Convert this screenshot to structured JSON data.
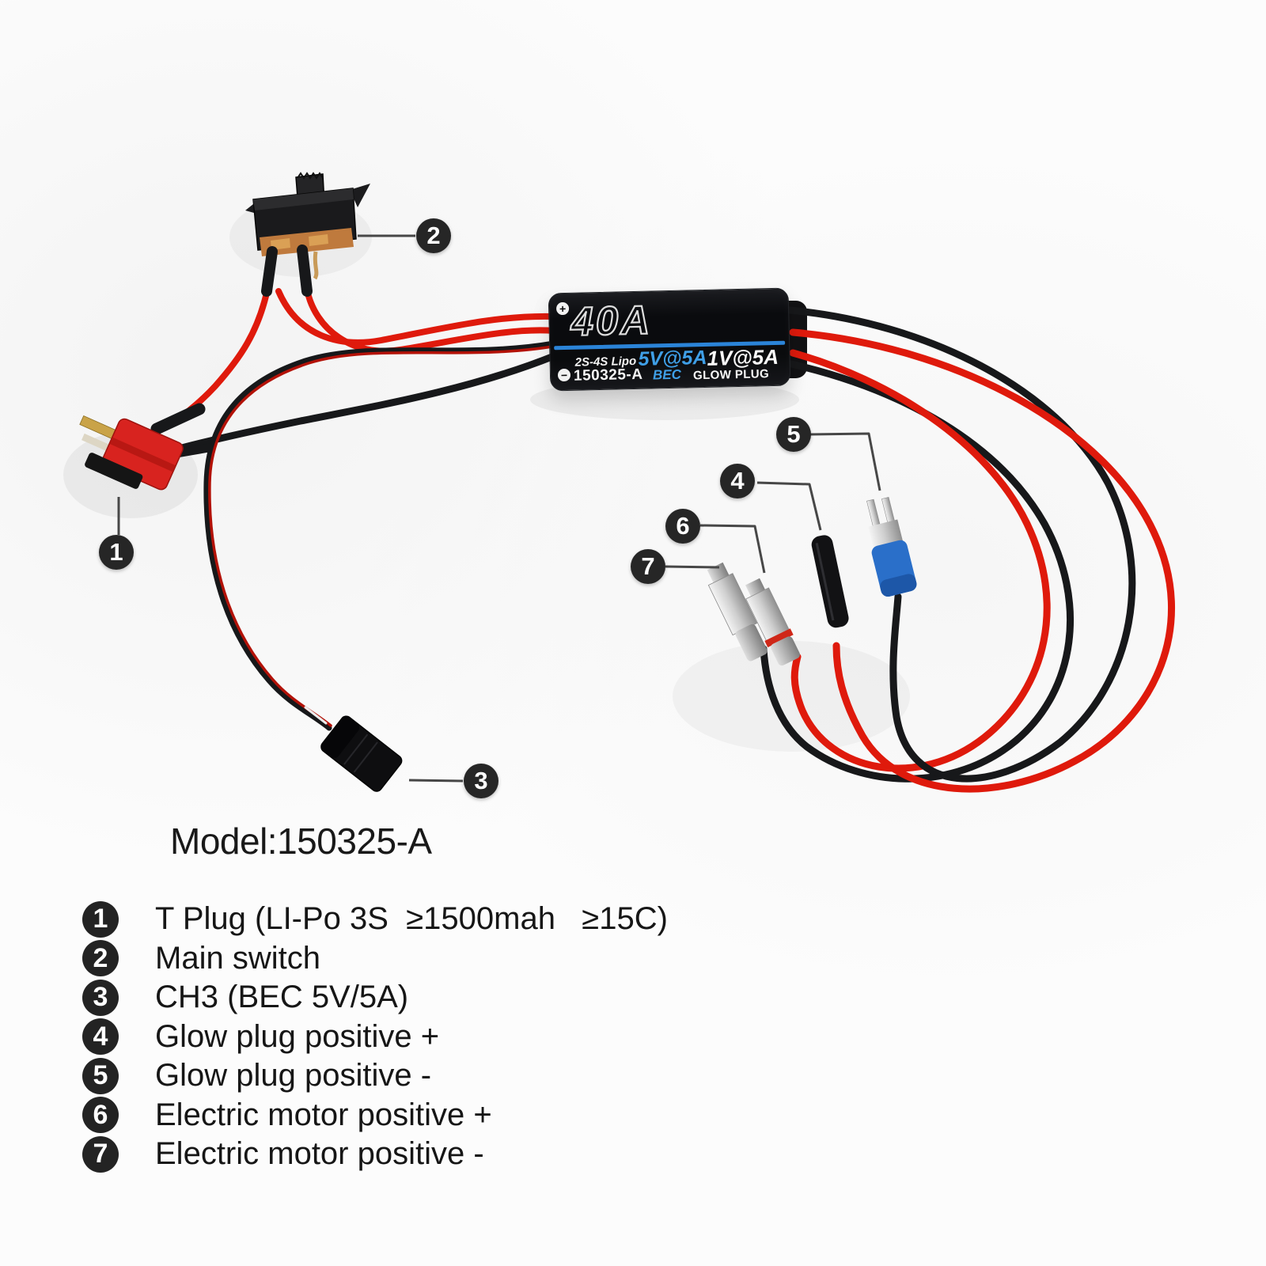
{
  "theme": {
    "wire_red": "#df1a0c",
    "wire_black": "#17181a",
    "esc_blue": "#3f9fe6",
    "esc_stripe": "#2b84d8",
    "tplug_red": "#d8231f",
    "sleeve_blue": "#2a6fc9",
    "copper": "#bf7a3d",
    "badge_bg": "#262626"
  },
  "esc": {
    "plus": "+",
    "minus": "−",
    "rating": "40A",
    "lipo": "2S-4S Lipo",
    "model": "150325-A",
    "bec_value": "5V@5A",
    "bec_label": "BEC",
    "glow_value": "1V@5A",
    "glow_label": "GLOW PLUG"
  },
  "model_line": "Model:150325-A",
  "callouts": [
    "1",
    "2",
    "3",
    "4",
    "5",
    "6",
    "7"
  ],
  "legend": {
    "rows": [
      {
        "num": "1",
        "label": "T Plug (LI-Po 3S  ≥1500mah   ≥15C)"
      },
      {
        "num": "2",
        "label": "Main switch"
      },
      {
        "num": "3",
        "label": "CH3 (BEC 5V/5A)"
      },
      {
        "num": "4",
        "label": "Glow plug positive +"
      },
      {
        "num": "5",
        "label": "Glow plug positive -"
      },
      {
        "num": "6",
        "label": "Electric motor positive +"
      },
      {
        "num": "7",
        "label": "Electric motor positive -"
      }
    ]
  }
}
